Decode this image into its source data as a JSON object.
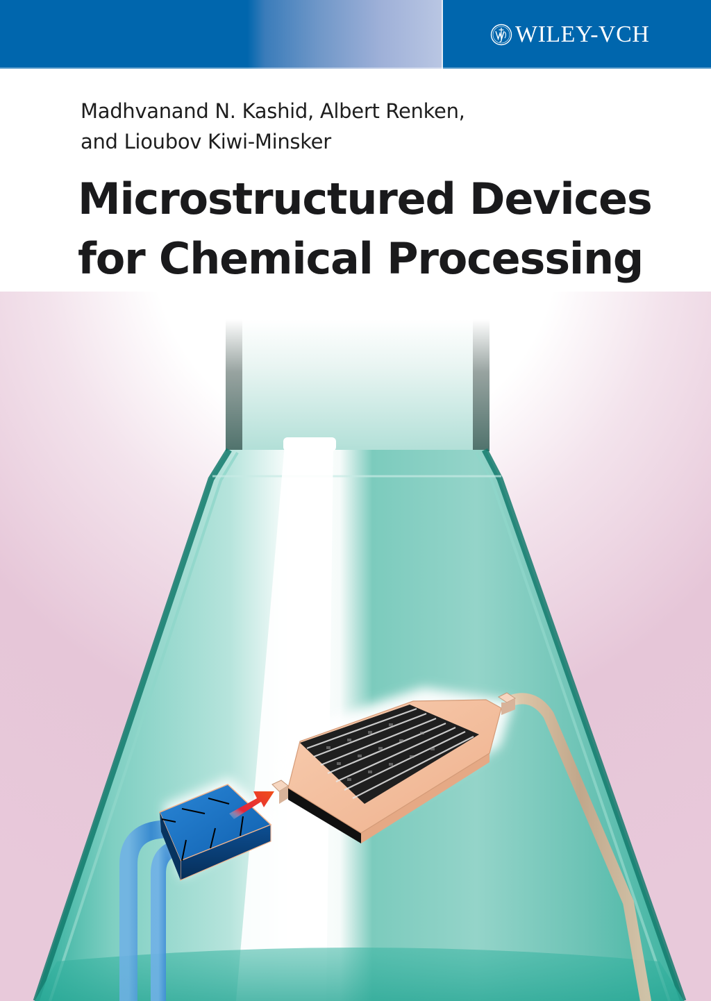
{
  "publisher": {
    "name": "WILEY-VCH",
    "logo_icon": "wiley-emblem-icon",
    "band_color": "#0066ad"
  },
  "book": {
    "authors": [
      "Madhvanand N. Kashid, Albert Renken,",
      "and Lioubov Kiwi-Minsker"
    ],
    "title_lines": [
      "Microstructured Devices",
      "for Chemical Processing"
    ]
  },
  "illustration": {
    "subject": "erlenmeyer-flask-with-microreactor",
    "elements": [
      "glass-flask",
      "blue-mixer-block",
      "red-flow-arrow",
      "copper-microreactor-with-channels",
      "blue-inlet-tubes",
      "copper-outlet-tube"
    ],
    "colors": {
      "flask_teal": "#5cbfb0",
      "flask_edge": "#1f8c7e",
      "background_pink": "#e6c6d8",
      "mixer_blue": "#1d6fc0",
      "arrow_red": "#e0301e",
      "reactor_copper": "#f2b896",
      "channels_dark": "#2c2c2c"
    }
  }
}
